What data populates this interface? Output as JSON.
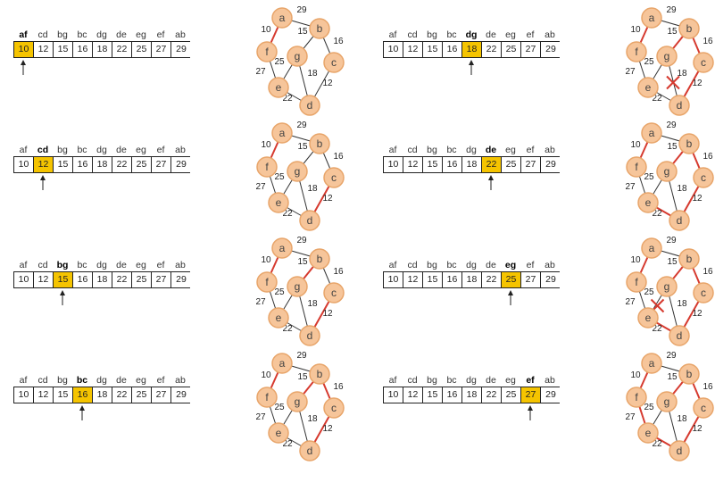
{
  "edges": [
    {
      "id": "af",
      "u": "a",
      "v": "f",
      "w": "10"
    },
    {
      "id": "cd",
      "u": "c",
      "v": "d",
      "w": "12"
    },
    {
      "id": "bg",
      "u": "b",
      "v": "g",
      "w": "15"
    },
    {
      "id": "bc",
      "u": "b",
      "v": "c",
      "w": "16"
    },
    {
      "id": "dg",
      "u": "d",
      "v": "g",
      "w": "18"
    },
    {
      "id": "de",
      "u": "d",
      "v": "e",
      "w": "22"
    },
    {
      "id": "eg",
      "u": "e",
      "v": "g",
      "w": "25"
    },
    {
      "id": "ef",
      "u": "e",
      "v": "f",
      "w": "27"
    },
    {
      "id": "ab",
      "u": "a",
      "v": "b",
      "w": "29"
    }
  ],
  "nodes": [
    "a",
    "b",
    "c",
    "d",
    "e",
    "f",
    "g"
  ],
  "colors": {
    "highlight": "#f5c400",
    "tree_edge": "#d63a2f",
    "plain_edge": "#333333",
    "node_fill": "#f6c59a",
    "node_stroke": "#e8a56a",
    "reject_mark": "#d63a2f"
  },
  "steps": [
    {
      "current": 0,
      "tree": [
        "af"
      ],
      "rejected": []
    },
    {
      "current": 1,
      "tree": [
        "af",
        "cd"
      ],
      "rejected": []
    },
    {
      "current": 2,
      "tree": [
        "af",
        "cd",
        "bg"
      ],
      "rejected": []
    },
    {
      "current": 3,
      "tree": [
        "af",
        "cd",
        "bg",
        "bc"
      ],
      "rejected": []
    },
    {
      "current": 4,
      "tree": [
        "af",
        "cd",
        "bg",
        "bc"
      ],
      "rejected": [
        "dg"
      ]
    },
    {
      "current": 5,
      "tree": [
        "af",
        "cd",
        "bg",
        "bc",
        "de"
      ],
      "rejected": []
    },
    {
      "current": 6,
      "tree": [
        "af",
        "cd",
        "bg",
        "bc",
        "de"
      ],
      "rejected": [
        "eg"
      ]
    },
    {
      "current": 7,
      "tree": [
        "af",
        "cd",
        "bg",
        "bc",
        "de",
        "ef"
      ],
      "rejected": []
    }
  ]
}
